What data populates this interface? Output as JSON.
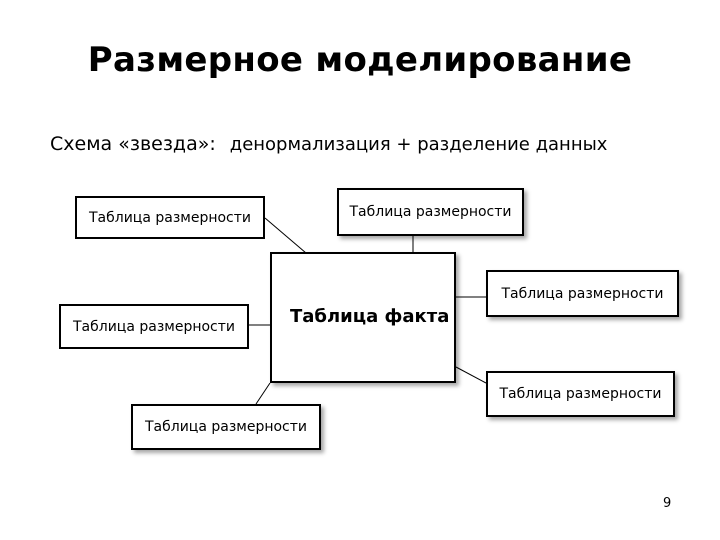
{
  "slide": {
    "title": "Размерное моделирование",
    "subtitle_lead": "Схема «звезда»:",
    "subtitle_desc": "денормализация + разделение данных",
    "page_number": "9"
  },
  "diagram": {
    "fact_table": "Таблица факта",
    "dimension_tables": [
      "Таблица размерности",
      "Таблица размерности",
      "Таблица размерности",
      "Таблица размерности",
      "Таблица размерности",
      "Таблица размерности"
    ]
  }
}
